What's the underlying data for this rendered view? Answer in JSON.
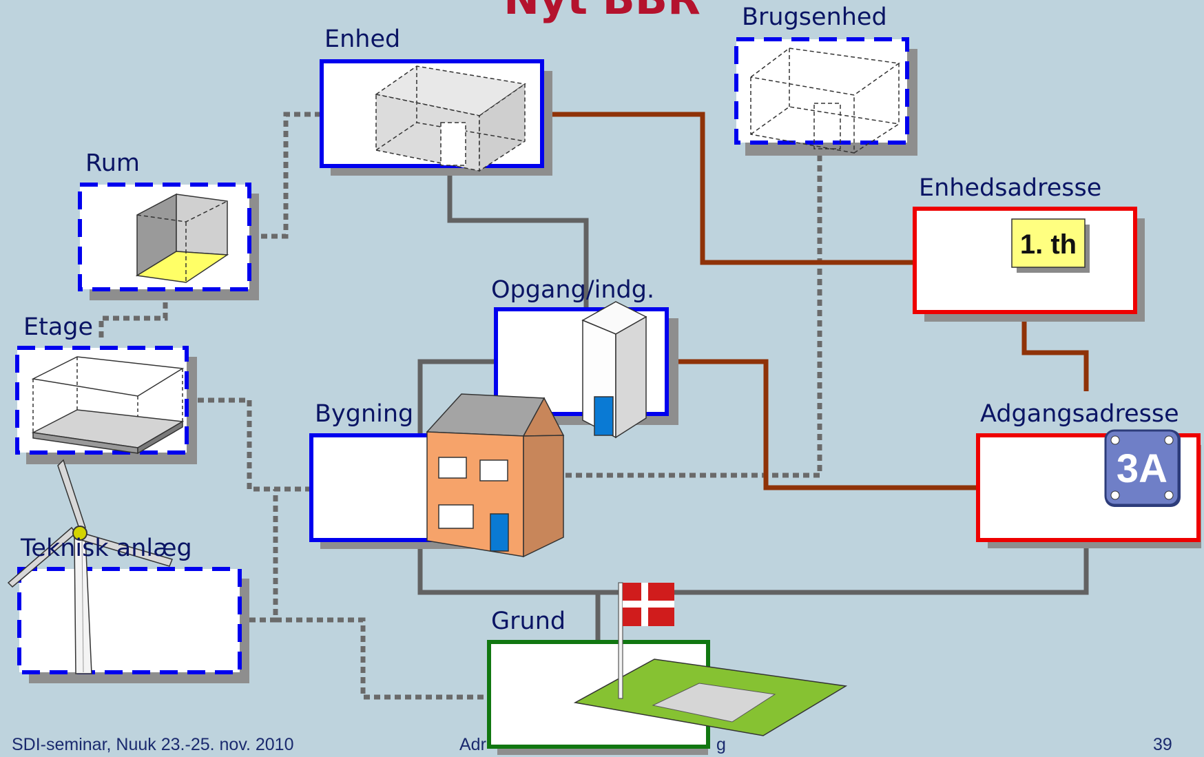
{
  "slide": {
    "title": "Nyt BBR",
    "page_number": "39"
  },
  "boxes": {
    "enhed": "Enhed",
    "brugsenhed": "Brugsenhed",
    "rum": "Rum",
    "enhedsadresse": "Enhedsadresse",
    "opgang": "Opgang/indg.",
    "etage": "Etage",
    "bygning": "Bygning",
    "adgangsadresse": "Adgangsadresse",
    "teknisk": "Teknisk anlæg",
    "grund": "Grund"
  },
  "signs": {
    "floor_door": "1. th",
    "house_number": "3A"
  },
  "footer": {
    "left": "SDI-seminar, Nuuk 23.-25. nov. 2010",
    "middle_start": "Adr",
    "middle_end": "g"
  },
  "colors": {
    "background": "#bed3dd",
    "object_border": "#0000ee",
    "address_border": "#ee0000",
    "grund_border": "#117711",
    "title": "#b4122d"
  }
}
